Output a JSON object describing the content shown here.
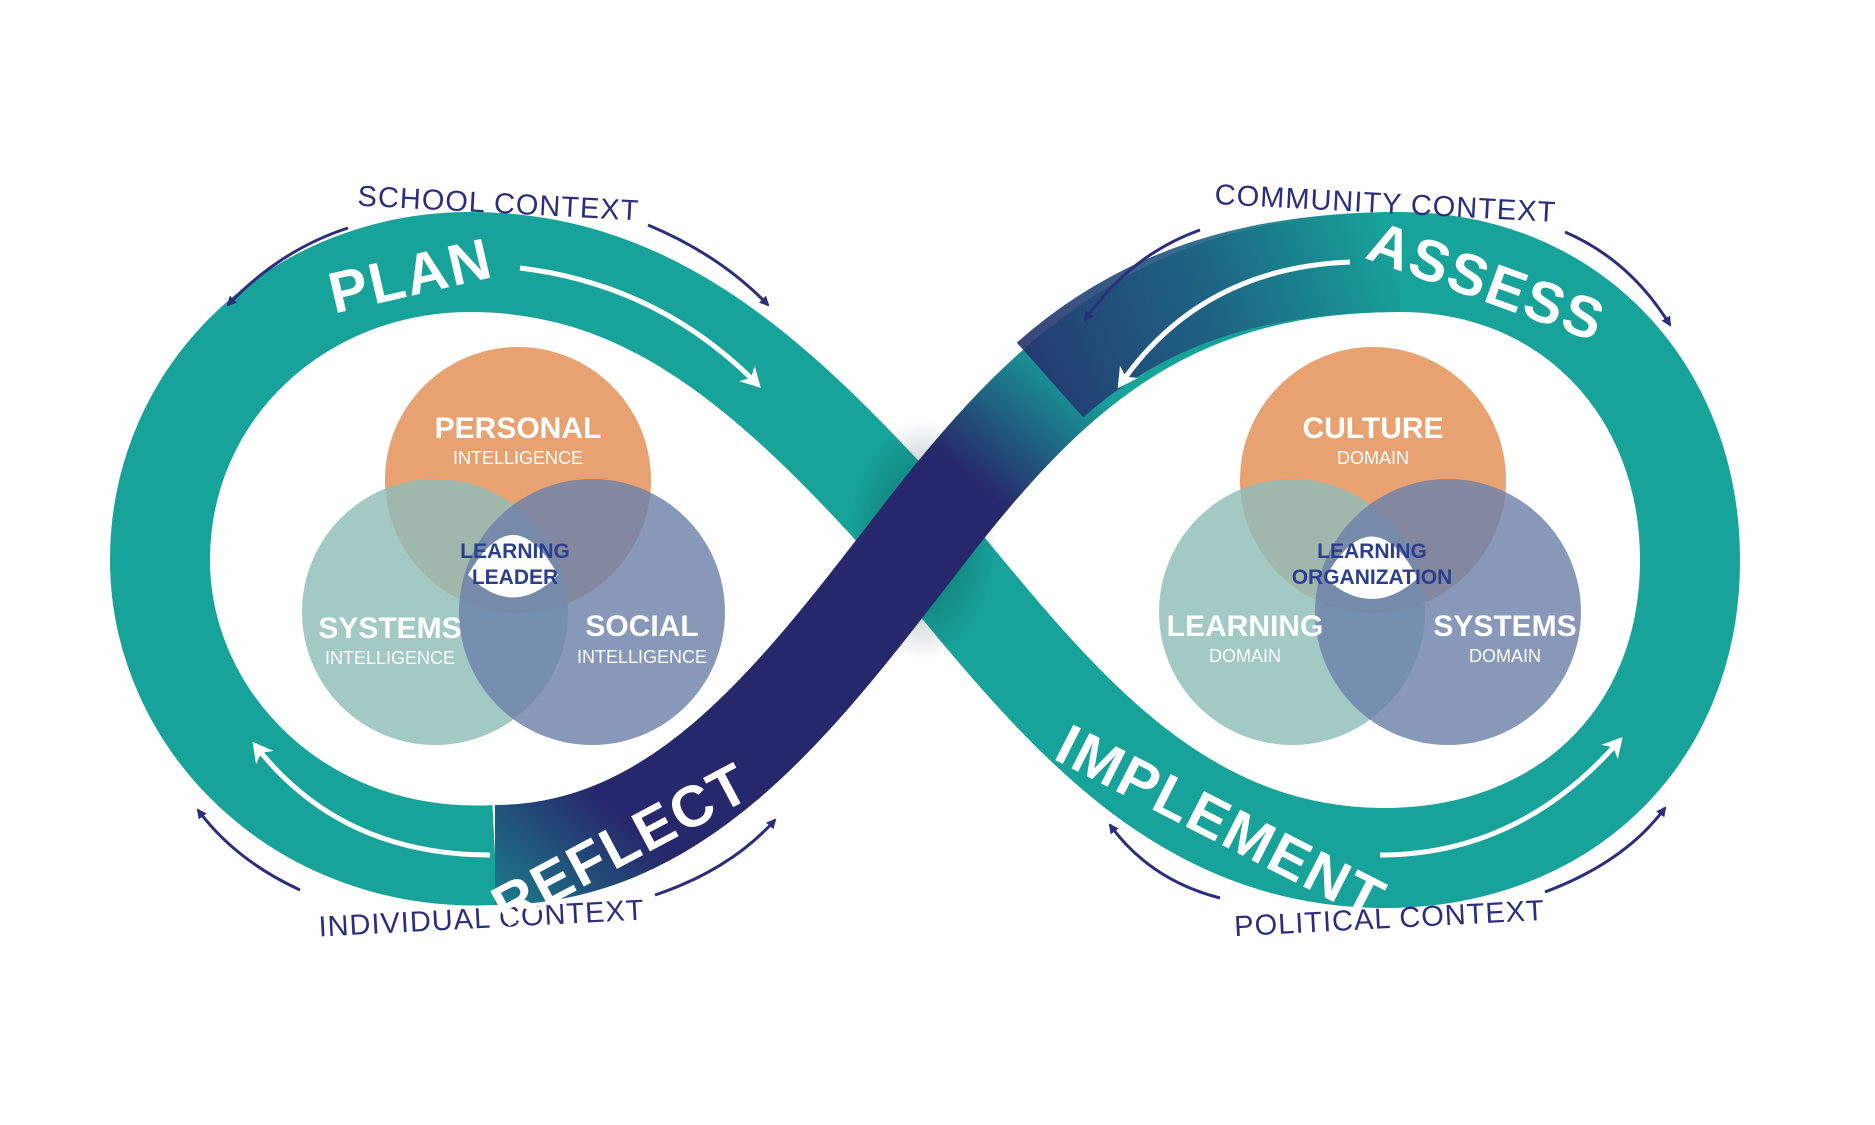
{
  "contexts": {
    "school": "SCHOOL CONTEXT",
    "community": "COMMUNITY CONTEXT",
    "individual": "INDIVIDUAL CONTEXT",
    "political": "POLITICAL CONTEXT"
  },
  "phases": {
    "plan": "PLAN",
    "assess": "ASSESS",
    "reflect": "REFLECT",
    "implement": "IMPLEMENT"
  },
  "left_venn": {
    "top": {
      "title": "PERSONAL",
      "subtitle": "INTELLIGENCE"
    },
    "left": {
      "title": "SYSTEMS",
      "subtitle": "INTELLIGENCE"
    },
    "right": {
      "title": "SOCIAL",
      "subtitle": "INTELLIGENCE"
    },
    "center": {
      "line1": "LEARNING",
      "line2": "LEADER"
    }
  },
  "right_venn": {
    "top": {
      "title": "CULTURE",
      "subtitle": "DOMAIN"
    },
    "left": {
      "title": "LEARNING",
      "subtitle": "DOMAIN"
    },
    "right": {
      "title": "SYSTEMS",
      "subtitle": "DOMAIN"
    },
    "center": {
      "line1": "LEARNING",
      "line2": "ORGANIZATION"
    }
  },
  "colors": {
    "teal": "#17a39a",
    "navy": "#27286b",
    "orange": "#e8a272",
    "sage": "#8fbdb8",
    "slate": "#6c81a9",
    "arrow": "#2c2d7d"
  }
}
